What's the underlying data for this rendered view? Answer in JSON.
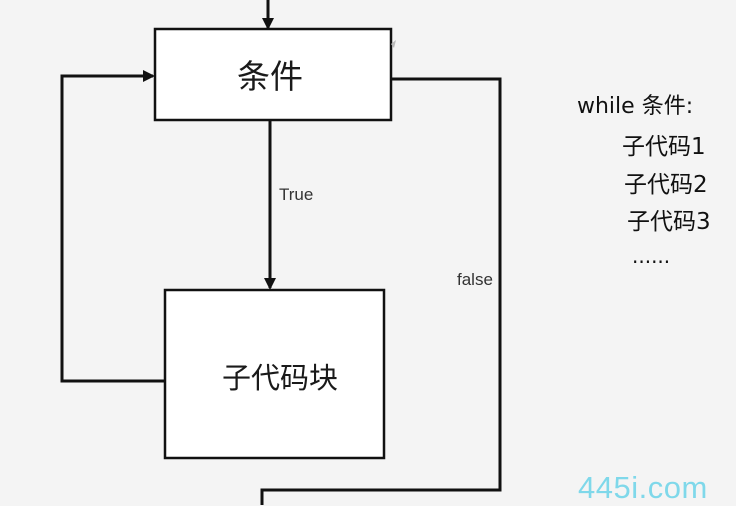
{
  "diagram": {
    "nodes": {
      "condition": {
        "label": "条件"
      },
      "block": {
        "label": "子代码块"
      }
    },
    "edges": {
      "true_label": "True",
      "false_label": "false"
    }
  },
  "code": {
    "header": "while 条件:",
    "lines": [
      "子代码1",
      "子代码2",
      "子代码3",
      "......"
    ]
  },
  "watermark": "445i.com",
  "colors": {
    "line": "#111111",
    "background": "#f4f4f4",
    "watermark": "#7fd8ea"
  }
}
